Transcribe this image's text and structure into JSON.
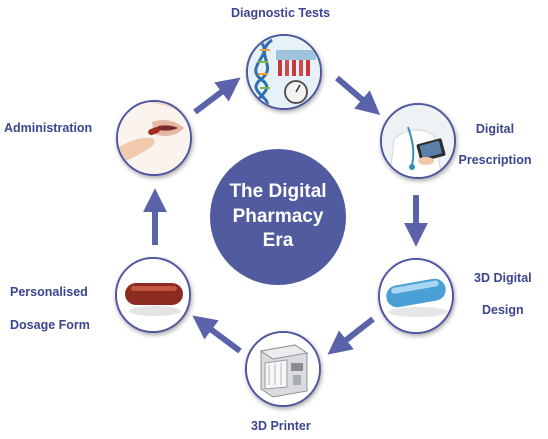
{
  "center": {
    "lines": [
      "The Digital",
      "Pharmacy",
      "Era"
    ]
  },
  "steps": [
    {
      "id": "diagnostic-tests",
      "lines": [
        "Diagnostic Tests"
      ],
      "icon": "dna-test-tubes-icon"
    },
    {
      "id": "digital-prescription",
      "lines": [
        "Digital",
        "Prescription"
      ],
      "icon": "doctor-tablet-icon"
    },
    {
      "id": "3d-digital-design",
      "lines": [
        "3D Digital",
        "Design"
      ],
      "icon": "blue-capsule-icon"
    },
    {
      "id": "3d-printer",
      "lines": [
        "3D Printer"
      ],
      "icon": "3d-printer-icon"
    },
    {
      "id": "personalised-dosage-form",
      "lines": [
        "Personalised",
        "Dosage Form"
      ],
      "icon": "red-capsule-icon"
    },
    {
      "id": "administration",
      "lines": [
        "Administration"
      ],
      "icon": "pill-mouth-icon"
    }
  ],
  "colors": {
    "accent": "#515ba0",
    "label": "#3c4590",
    "ring": "#4f57a0"
  }
}
